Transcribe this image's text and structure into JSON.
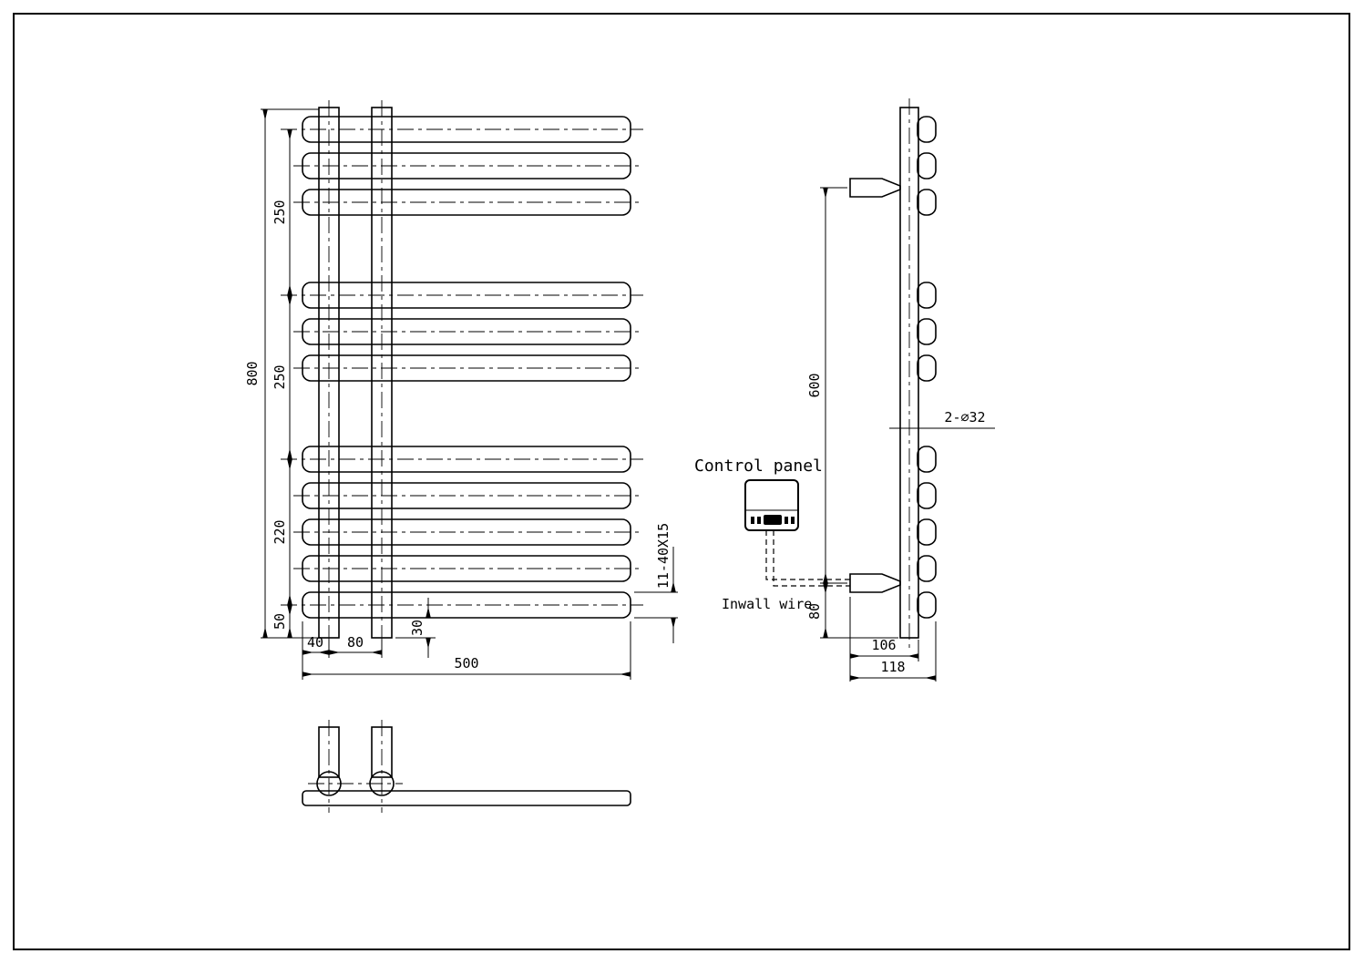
{
  "front_view": {
    "dims": {
      "overall_height": "800",
      "top_section": "250",
      "mid_section": "250",
      "lower_section": "220",
      "bottom_section": "50",
      "post_offset": "40",
      "post_spacing": "80",
      "bottom_stub": "30",
      "overall_width": "500",
      "bar_spec": "11-40X15"
    }
  },
  "side_view": {
    "dims": {
      "bracket_spacing": "600",
      "bracket_to_bottom": "80",
      "wall_to_rail": "106",
      "overall_depth": "118",
      "mount_holes": "2-∅32"
    },
    "labels": {
      "control_panel": "Control panel",
      "inwall_wire": "Inwall wire"
    }
  }
}
